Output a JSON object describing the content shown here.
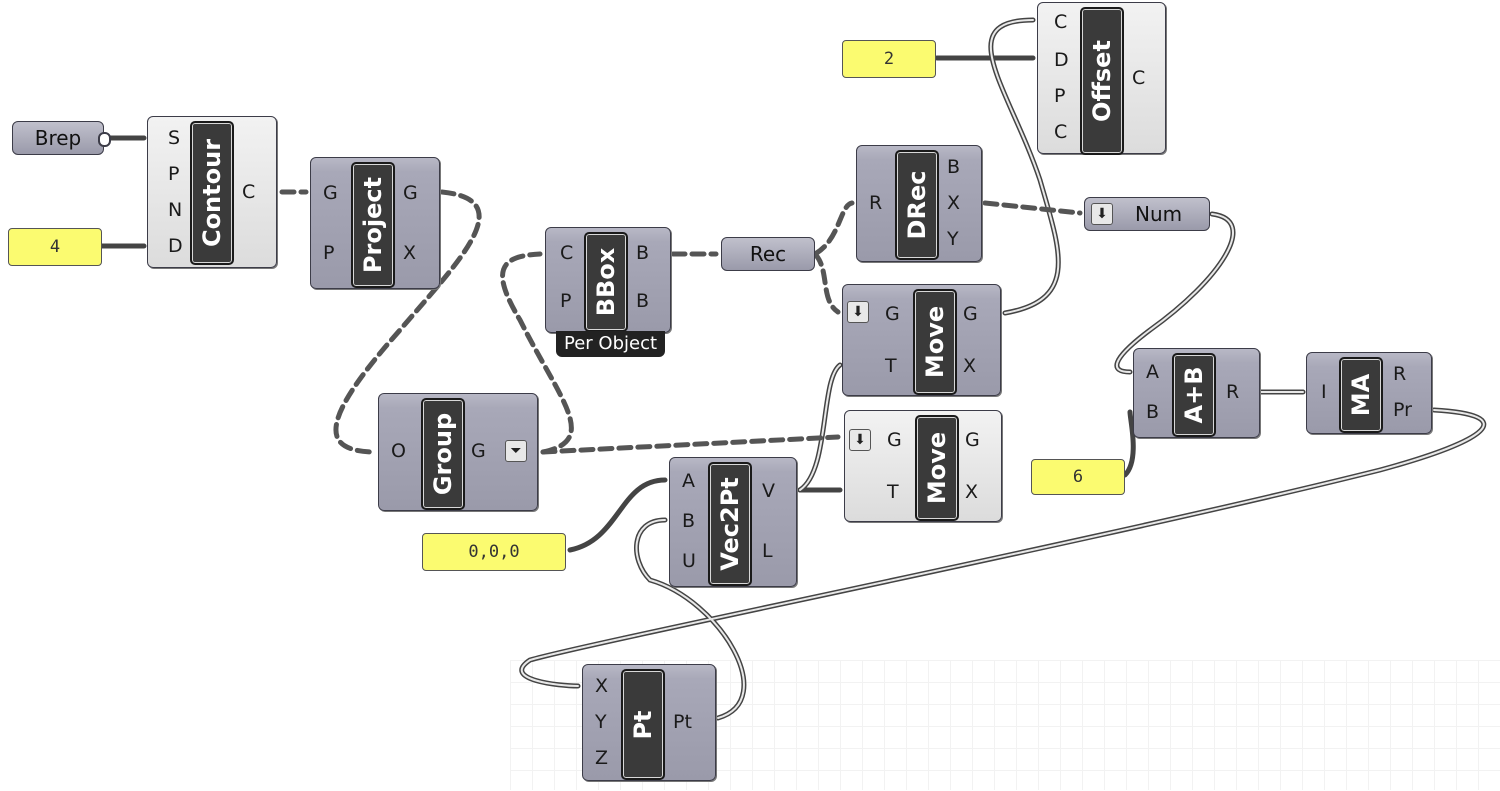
{
  "components": {
    "contour": {
      "name": "Contour",
      "inputs": [
        "S",
        "P",
        "N",
        "D"
      ],
      "outputs": [
        "C"
      ]
    },
    "project": {
      "name": "Project",
      "inputs": [
        "G",
        "P"
      ],
      "outputs": [
        "G",
        "X"
      ]
    },
    "bbox": {
      "name": "BBox",
      "inputs": [
        "C",
        "P"
      ],
      "outputs": [
        "B",
        "B"
      ],
      "tag": "Per Object"
    },
    "group": {
      "name": "Group",
      "inputs": [
        "O"
      ],
      "outputs": [
        "G"
      ]
    },
    "drec": {
      "name": "DRec",
      "inputs": [
        "R"
      ],
      "outputs": [
        "B",
        "X",
        "Y"
      ]
    },
    "offset": {
      "name": "Offset",
      "inputs": [
        "C",
        "D",
        "P",
        "C"
      ],
      "outputs": [
        "C"
      ]
    },
    "move1": {
      "name": "Move",
      "inputs": [
        "G",
        "T"
      ],
      "outputs": [
        "G",
        "X"
      ]
    },
    "move2": {
      "name": "Move",
      "inputs": [
        "G",
        "T"
      ],
      "outputs": [
        "G",
        "X"
      ]
    },
    "vec2pt": {
      "name": "Vec2Pt",
      "inputs": [
        "A",
        "B",
        "U"
      ],
      "outputs": [
        "V",
        "L"
      ]
    },
    "pt": {
      "name": "Pt",
      "inputs": [
        "X",
        "Y",
        "Z"
      ],
      "outputs": [
        "Pt"
      ]
    },
    "addition": {
      "name": "A+B",
      "inputs": [
        "A",
        "B"
      ],
      "outputs": [
        "R"
      ]
    },
    "ma": {
      "name": "MA",
      "inputs": [
        "I"
      ],
      "outputs": [
        "R",
        "Pr"
      ]
    }
  },
  "params": {
    "brep": "Brep",
    "rec": "Rec",
    "num": "Num"
  },
  "panels": {
    "p4": "4",
    "p2": "2",
    "p6": "6",
    "p000": "0,0,0"
  },
  "icons": {
    "flatten": "down-arrow-icon",
    "graft": "funnel-icon"
  },
  "colors": {
    "wire": "#555555",
    "panel": "#fbfb70",
    "component": "#a8a8b8"
  }
}
